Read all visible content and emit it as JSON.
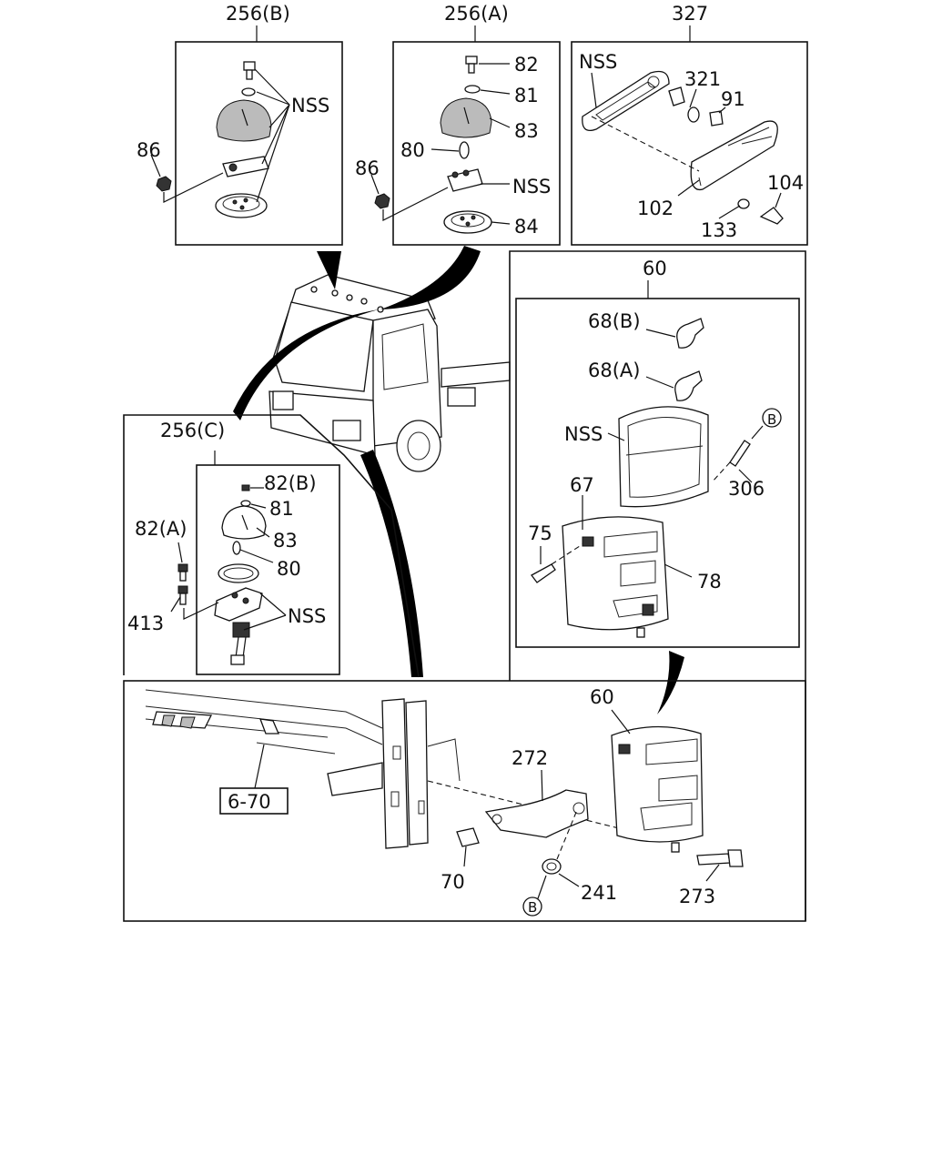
{
  "callouts": {
    "group_256b": "256(B)",
    "group_256a": "256(A)",
    "group_327": "327",
    "group_256c": "256(C)",
    "group_60_top": "60",
    "group_60_bottom": "60",
    "p86_b": "86",
    "nss_b": "NSS",
    "p82": "82",
    "p81": "81",
    "p83": "83",
    "p80": "80",
    "p86_a": "86",
    "nss_a": "NSS",
    "p84": "84",
    "nss_327": "NSS",
    "p321": "321",
    "p91": "91",
    "p104": "104",
    "p102": "102",
    "p133": "133",
    "p68b": "68(B)",
    "p68a": "68(A)",
    "nss_60": "NSS",
    "ref_b_top": "B",
    "p306": "306",
    "p67": "67",
    "p75": "75",
    "p78": "78",
    "p82b_c": "82(B)",
    "p81_c": "81",
    "p82a_c": "82(A)",
    "p83_c": "83",
    "p80_c": "80",
    "p413": "413",
    "nss_c": "NSS",
    "ref_6_70": "6-70",
    "p272": "272",
    "p70": "70",
    "p241": "241",
    "ref_b_bottom": "B",
    "p273": "273"
  }
}
